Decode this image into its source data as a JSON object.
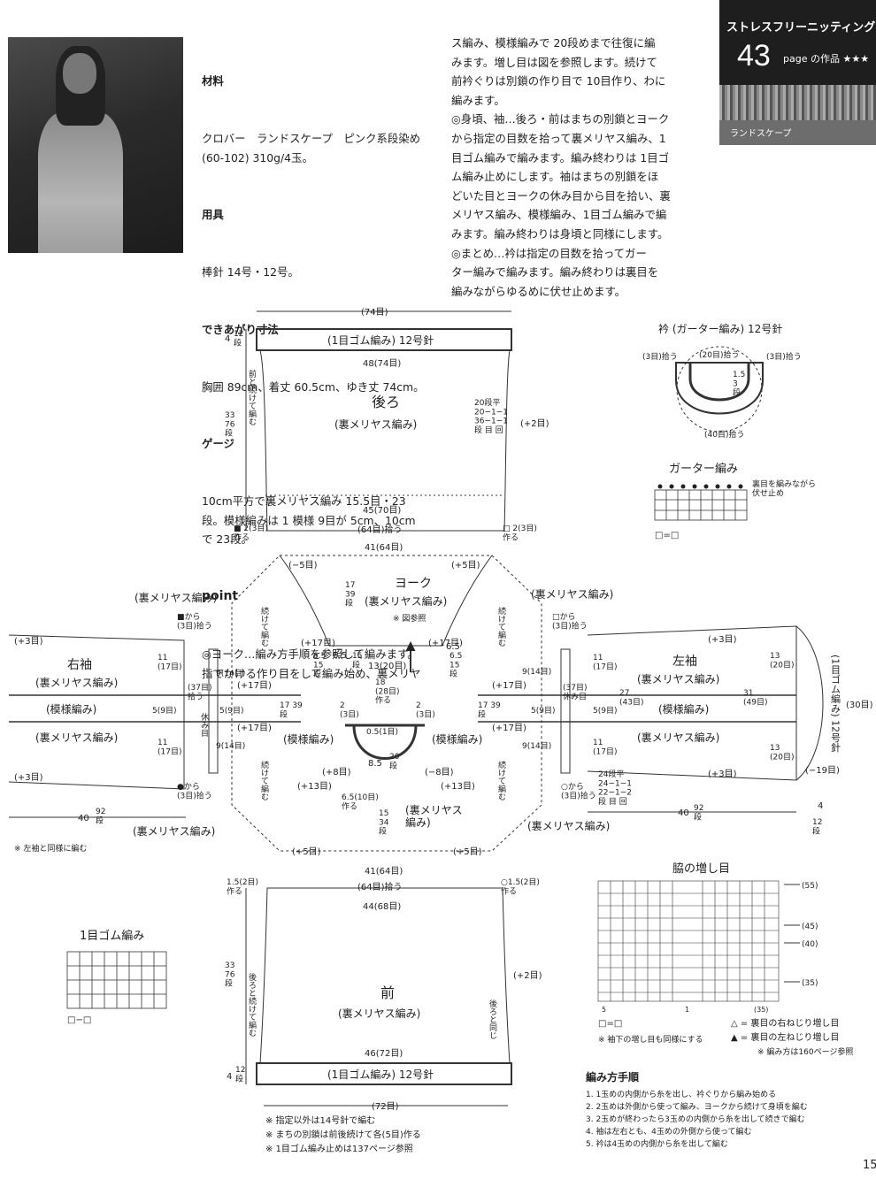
{
  "header": {
    "badge_title": "ストレスフリーニッティング",
    "badge_number": "43",
    "badge_sub": "page の作品 ★★★",
    "yarn_label": "ランドスケープ"
  },
  "left_text": {
    "materials_h": "材料",
    "materials": "クロバー　ランドスケープ　ピンク系段染め\n(60-102) 310g/4玉。",
    "tools_h": "用具",
    "tools": "棒針 14号・12号。",
    "size_h": "できあがり寸法",
    "size": "胸囲 89cm、着丈 60.5cm、ゆき丈 74cm。",
    "gauge_h": "ゲージ",
    "gauge": "10cm平方で裏メリヤス編み 15.5目・23\n段。模様編みは 1 模様 9目が 5cm、10cm\nで 23段。",
    "point_h": "point",
    "point": "◎ヨーク…編み方手順を参照して編みます。\n指でかける作り目をして編み始め、裏メリヤ"
  },
  "right_text": "ス編み、模様編みで 20段めまで往復に編\nみます。増し目は図を参照します。続けて\n前衿ぐりは別鎖の作り目で 10目作り、わに\n編みます。\n◎身頃、袖…後ろ・前はまちの別鎖とヨーク\nから指定の目数を拾って裏メリヤス編み、1\n目ゴム編みで編みます。編み終わりは 1目ゴ\nム編み止めにします。袖はまちの別鎖をほ\nどいた目とヨークの休み目から目を拾い、裏\nメリヤス編み、模様編み、1目ゴム編みで編\nみます。編み終わりは身頃と同様にします。\n◎まとめ…衿は指定の目数を拾ってガー\nター編みで編みます。編み終わりは裏目を\n編みながらゆるめに伏せ止めます。",
  "back": {
    "top": "(74目)",
    "rib": "(1目ゴム編み) 12号針",
    "w1": "48(74目)",
    "title": "後ろ",
    "sub": "(裏メリヤス編み)",
    "dec": "20段平\n20−1−1\n36−1−1\n段 目 回",
    "plus": "(+2目)",
    "rib_h": "4",
    "rib_rows": "12\n段",
    "h": "33\n76\n段",
    "side": "前と続けて編む",
    "w2": "45(70目)",
    "pick": "(64目)拾う",
    "castL": "■ 2(3目)\n作る",
    "castR": "□ 2(3目)\n作る"
  },
  "yoke": {
    "w": "41(64目)",
    "title": "ヨーク",
    "sub": "(裏メリヤス編み)",
    "ref": "※ 図参照",
    "m5a": "(−5目)",
    "p5a": "(+5目)",
    "h17": "17\n39\n段",
    "p17a": "(+17目)",
    "p17b": "(+17目)",
    "neck": "13(20目)",
    "b18": "18\n(28目)\n作る",
    "c65a": "6.5",
    "c65b": "6.5",
    "c15a": "15\n段",
    "c15b": "15\n段",
    "c2a": "2\n(3目)",
    "c2b": "2\n(3目)",
    "c05": "0.5(1目)",
    "c85": "8.5",
    "c20": "20\n段",
    "m8a": "(+8目)",
    "m8b": "(−8目)",
    "p13a": "(+13目)",
    "p13b": "(+13目)",
    "cast10": "6.5(10目)\n作る",
    "h15": "15\n34\n段",
    "fsub": "(裏メリヤス\n編み)",
    "p5b": "(+5目)",
    "p5c": "(+5目)",
    "w2": "41(64目)",
    "cont1": "続けて編む",
    "cont2": "続けて編む",
    "cont3": "続けて編む",
    "cont4": "続けて編む",
    "s15a": "6.5\n15\n段",
    "s15b": "6.5\n15\n段",
    "s17a": "17 39\n段",
    "s17b": "17 39\n段",
    "pat1": "(模様編み)",
    "pat2": "(模様編み)",
    "r1": "(裏メリヤス編み)",
    "r2": "(裏メリヤス編み)",
    "r3": "(裏メリヤス編み)",
    "r4": "(裏メリヤス編み)"
  },
  "sleeve_r": {
    "title": "右袖",
    "a": "(裏メリヤス編み)",
    "b": "(模様編み)",
    "c": "(裏メリヤス編み)",
    "p3a": "(+3目)",
    "p3b": "(+3目)",
    "w11a": "11\n(17目)",
    "w5": "5(9目)",
    "w11b": "11\n(17目)",
    "pick37": "(37目)\n拾う",
    "rest": "休み目",
    "y9a": "9(14目)",
    "y5": "5(9目)",
    "y9b": "9(14目)",
    "frm1": "■から\n(3目)拾う",
    "frm2": "●から\n(3目)拾う",
    "len": "40",
    "len2": "92\n段",
    "note": "※ 左袖と同様に編む",
    "p17a": "(+17目)",
    "p17b": "(+17目)"
  },
  "sleeve_l": {
    "title": "左袖",
    "a": "(裏メリヤス編み)",
    "b": "(模様編み)",
    "c": "(裏メリヤス編み)",
    "p3a": "(+3目)",
    "p3b": "(+3目)",
    "w11a": "11\n(17目)",
    "w27": "27\n(43目)",
    "w31": "31\n(49目)",
    "w5": "5(9目)",
    "w11b": "11\n(17目)",
    "w13a": "13\n(20目)",
    "w13b": "13\n(20目)",
    "m19": "(−19目)",
    "rib": "(1目ゴム編み) 12号針",
    "w30": "(30目)",
    "frm1": "□から\n(3目)拾う",
    "frm2": "○から\n(3目)拾う",
    "inc": "24段平\n24−1−1\n22−1−2\n段 目 回",
    "len": "40",
    "len2": "92\n段",
    "r4": "4",
    "r12": "12\n段",
    "y9a": "9(14目)",
    "y5": "5(9目)",
    "y9b": "9(14目)",
    "p17a": "(+17目)",
    "p17b": "(+17目)",
    "pick37": "(37目)\n休み目"
  },
  "front": {
    "castL": "1.5(2目)\n作る",
    "castR": "○1.5(2目)\n作る",
    "pick": "(64目)拾う",
    "w1": "44(68目)",
    "title": "前",
    "sub": "(裏メリヤス編み)",
    "plus": "(+2目)",
    "h": "33\n76\n段",
    "side": "後ろと続けて編む",
    "same": "後ろと同じ",
    "w2": "46(72目)",
    "rib": "(1目ゴム編み) 12号針",
    "rib_h": "4",
    "rib_rows": "12\n段",
    "bottom": "(72目)"
  },
  "collar": {
    "title": "衿 (ガーター編み) 12号針",
    "pick20": "(20目)拾う",
    "pick3a": "(3目)拾う",
    "pick3b": "(3目)拾う",
    "h": "1.5\n3\n段",
    "pick40": "(40目)拾う"
  },
  "garter": {
    "title": "ガーター編み",
    "note": "裏目を編みながら\n伏せ止め",
    "legend": "□=□"
  },
  "rib_chart": {
    "title": "1目ゴム編み",
    "legend": "□−□"
  },
  "side_inc": {
    "title": "脇の増し目",
    "legend1": "□=□",
    "legend2": "△ = 裏目の右ねじり増し目",
    "legend3": "▲ = 裏目の左ねじり増し目",
    "note1": "※ 袖下の増し目も同様にする",
    "note2": "※ 編み方は160ページ参照",
    "m1": "(55)",
    "m2": "(45)",
    "m3": "(40)",
    "m4": "(35)",
    "x1": "5",
    "x2": "1",
    "x3": "(35)"
  },
  "notes": {
    "n1": "※ 指定以外は14号針で編む",
    "n2": "※ まちの別鎖は前後続けて各(5目)作る",
    "n3": "※ 1目ゴム編み止めは137ページ参照"
  },
  "procedure": {
    "title": "編み方手順",
    "s1": "1. 1玉めの内側から糸を出し、衿ぐりから編み始める",
    "s2": "2. 2玉めは外側から使って編み、ヨークから続けて身頃を編む",
    "s3": "3. 2玉めが終わったら3玉めの内側から糸を出して続きで編む",
    "s4": "4. 袖は左右とも、4玉めの外側から使って編む",
    "s5": "5. 衿は4玉めの内側から糸を出して編む"
  },
  "page": "15"
}
